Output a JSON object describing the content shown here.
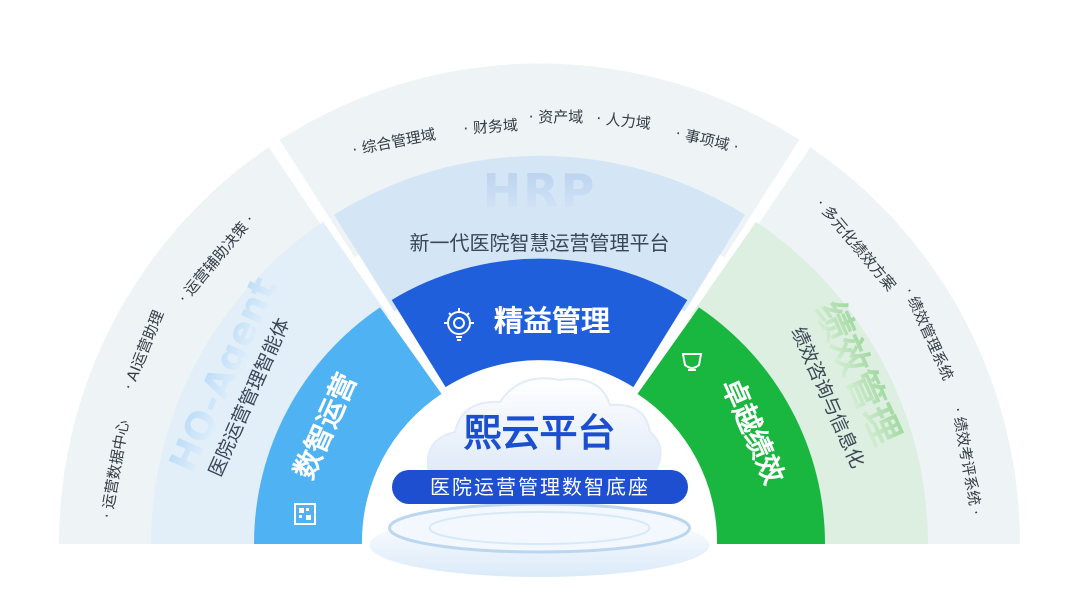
{
  "outer_ring": {
    "left": {
      "items": [
        "· 运营数据中心",
        "· AI运营助理",
        "· 运营辅助决策 ·"
      ]
    },
    "top": {
      "items": [
        "· 综合管理域",
        "· 财务域",
        "· 资产域",
        "· 人力域",
        "· 事项域 ·"
      ]
    },
    "right": {
      "items": [
        "· 多元化绩效方案",
        "· 绩效管理系统",
        "· 绩效考评系统 ·"
      ]
    }
  },
  "middle_ring": {
    "left": {
      "title": "HQ-Agent",
      "subtitle": "医院运营管理智能体"
    },
    "top": {
      "title": "HRP",
      "subtitle": "新一代医院智慧运营管理平台"
    },
    "right": {
      "title": "绩效管理",
      "subtitle": "绩效咨询与信息化"
    }
  },
  "inner_ring": {
    "left": {
      "label": "数智运营",
      "icon": "qr-chip-icon"
    },
    "top": {
      "label": "精益管理",
      "icon": "gear-bulb-icon"
    },
    "right": {
      "label": "卓越绩效",
      "icon": "trophy-icon"
    }
  },
  "hub": {
    "title": "熙云平台",
    "subtitle": "医院运营管理数智底座",
    "icon": "cloud-icon"
  },
  "colors": {
    "outer": "#eef3f5",
    "middle_left": "#e2eef8",
    "middle_top": "#d4e6f6",
    "middle_right": "#dcefe0",
    "inner_left": "#4fb2f2",
    "inner_top": "#1f5fdc",
    "inner_right": "#19b640",
    "hub_text": "#1b4fcf",
    "hub_bar": "#1d4fd0"
  }
}
